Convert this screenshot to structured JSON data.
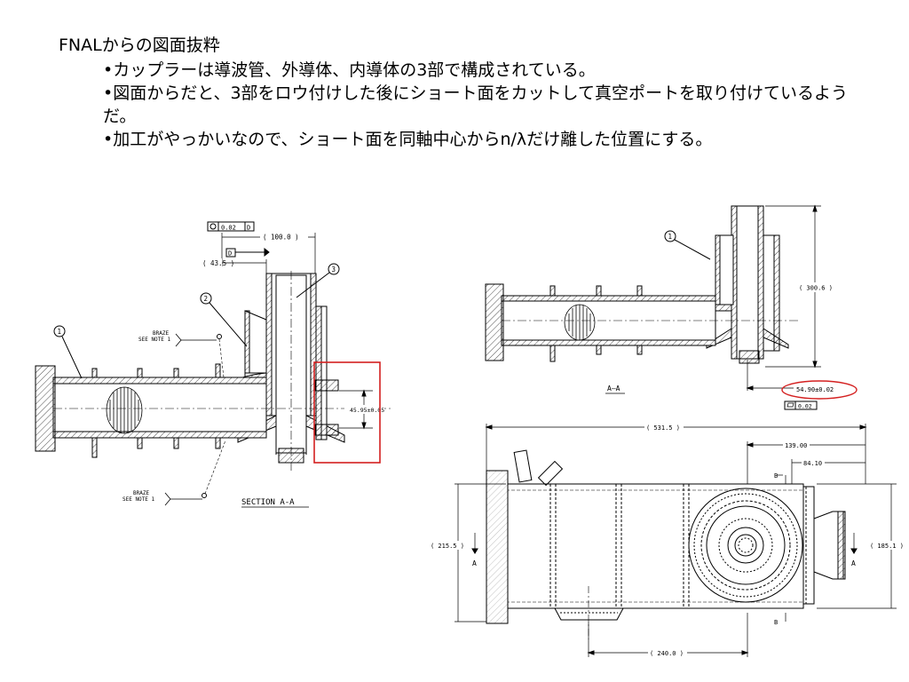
{
  "slide": {
    "title": "FNALからの図面抜粋",
    "bullets": [
      "•カップラーは導波管、外導体、内導体の3部で構成されている。",
      "•図面からだと、3部をロウ付けした後にショート面をカットして真空ポートを取り付けているようだ。",
      "•加工がやっかいなので、ショート面を同軸中心からn/λだけ離した位置にする。"
    ]
  },
  "left_drawing": {
    "gdt_flatness": "0.02",
    "gdt_datum_ref": "D",
    "datum_label": "D",
    "dim_100": "( 100.0 )",
    "dim_43": "( 43.5 )",
    "balloon_1": "1",
    "balloon_2": "2",
    "balloon_3": "3",
    "braze_top_1": "BRAZE",
    "braze_top_2": "SEE NOTE 1",
    "braze_bot_1": "BRAZE",
    "braze_bot_2": "SEE NOTE 1",
    "dim_4595": "45.95±0.05",
    "section_label": "SECTION A-A",
    "highlight_color": "#d42020"
  },
  "right_top_drawing": {
    "balloon_1": "1",
    "dim_3006": "( 300.6 )",
    "dim_5490": "54.90±0.02",
    "tol_flat": "0.02",
    "section_label": "A–A",
    "highlight_color": "#d42020"
  },
  "right_bottom_drawing": {
    "dim_5315": "( 531.5 )",
    "dim_13900": "139.00",
    "dim_8410": "84.10",
    "dim_2155": "( 215.5 )",
    "dim_1851": "( 185.1 )",
    "dim_2400": "( 240.0 )",
    "label_a_left": "A",
    "label_a_right": "A",
    "label_b_top": "B",
    "label_b_bottom": "B"
  }
}
